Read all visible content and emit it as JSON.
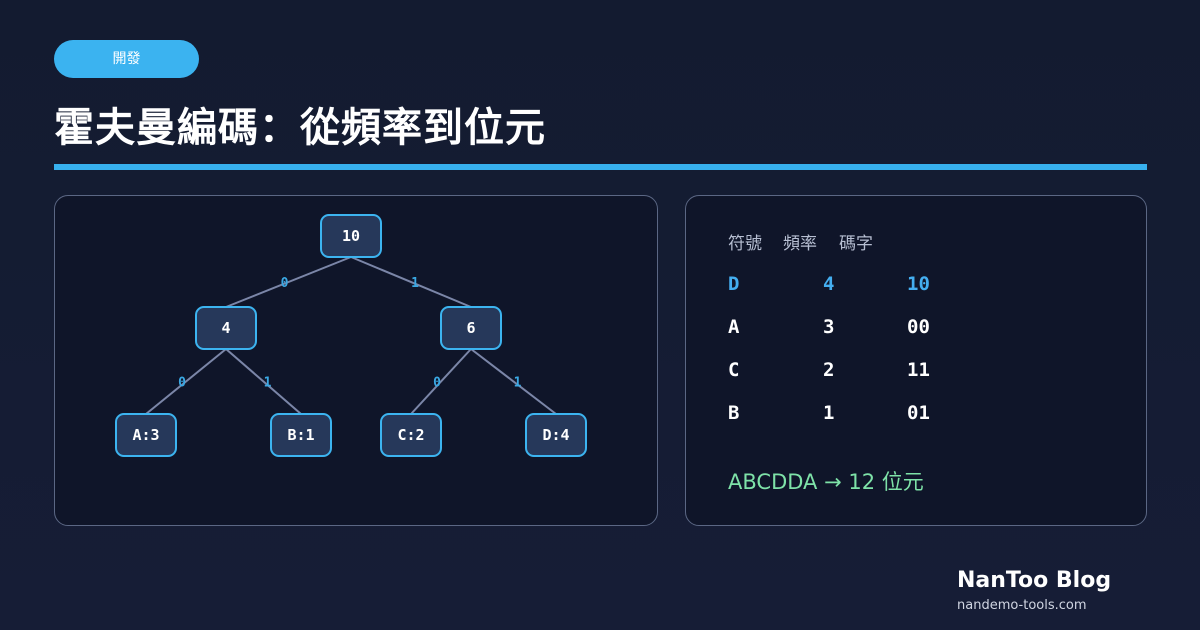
{
  "badge": "開發",
  "title": "霍夫曼編碼：從頻率到位元",
  "tree": {
    "nodes": [
      {
        "id": "root",
        "label": "10"
      },
      {
        "id": "n4",
        "label": "4"
      },
      {
        "id": "n6",
        "label": "6"
      },
      {
        "id": "a",
        "label": "A:3"
      },
      {
        "id": "b",
        "label": "B:1"
      },
      {
        "id": "c",
        "label": "C:2"
      },
      {
        "id": "d",
        "label": "D:4"
      }
    ],
    "edges": [
      {
        "from": "root",
        "to": "n4",
        "label": "0"
      },
      {
        "from": "root",
        "to": "n6",
        "label": "1"
      },
      {
        "from": "n4",
        "to": "a",
        "label": "0"
      },
      {
        "from": "n4",
        "to": "b",
        "label": "1"
      },
      {
        "from": "n6",
        "to": "c",
        "label": "0"
      },
      {
        "from": "n6",
        "to": "d",
        "label": "1"
      }
    ]
  },
  "table": {
    "headers": [
      "符號",
      "頻率",
      "碼字"
    ],
    "rows": [
      {
        "symbol": "D",
        "freq": "4",
        "code": "10",
        "highlight": true
      },
      {
        "symbol": "A",
        "freq": "3",
        "code": "00",
        "highlight": false
      },
      {
        "symbol": "C",
        "freq": "2",
        "code": "11",
        "highlight": false
      },
      {
        "symbol": "B",
        "freq": "1",
        "code": "01",
        "highlight": false
      }
    ],
    "summary": "ABCDDA → 12 位元"
  },
  "colors": {
    "accent": "#37b0ee",
    "node_fill": "#26385a",
    "highlight": "#44aef0",
    "summary": "#7ee2a8"
  },
  "brand": {
    "name": "NanToo Blog",
    "url": "nandemo-tools.com"
  }
}
